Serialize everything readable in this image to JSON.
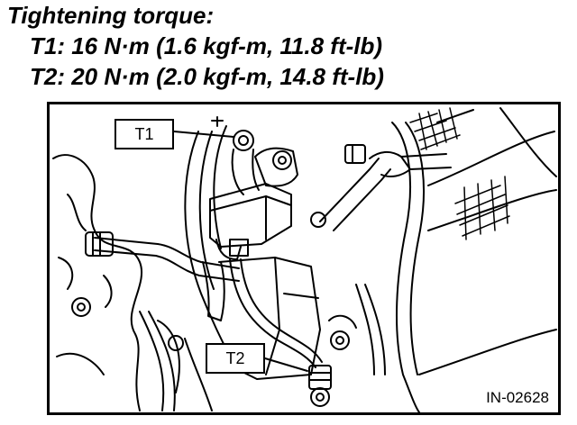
{
  "heading": "Tightening torque:",
  "specs": {
    "t1": "T1: 16 N·m (1.6 kgf-m, 11.8 ft-lb)",
    "t2": "T2: 20 N·m (2.0 kgf-m, 14.8 ft-lb)"
  },
  "callouts": {
    "t1": "T1",
    "t2": "T2"
  },
  "figure_id": "IN-02628"
}
